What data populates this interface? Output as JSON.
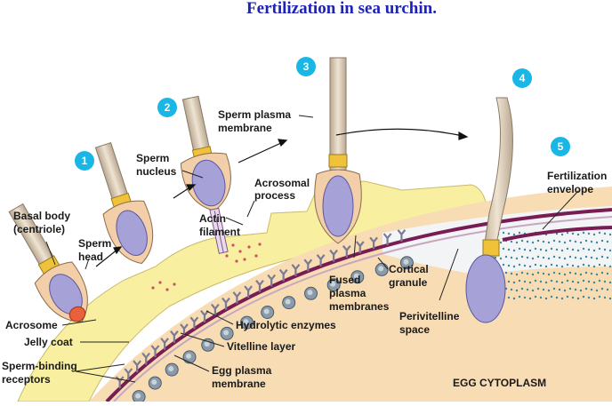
{
  "title": "Fertilization in sea urchin.",
  "steps": [
    "1",
    "2",
    "3",
    "4",
    "5"
  ],
  "labels": {
    "basal_body": [
      "Basal body",
      "(centriole)"
    ],
    "sperm_head": [
      "Sperm",
      "head"
    ],
    "acrosome": "Acrosome",
    "jelly_coat": "Jelly coat",
    "sperm_binding_receptors": [
      "Sperm-binding",
      "receptors"
    ],
    "sperm_nucleus": [
      "Sperm",
      "nucleus"
    ],
    "actin_filament": [
      "Actin",
      "filament"
    ],
    "acrosomal_process": [
      "Acrosomal",
      "process"
    ],
    "hydrolytic_enzymes": "Hydrolytic enzymes",
    "vitelline_layer": "Vitelline layer",
    "egg_plasma_membrane": [
      "Egg plasma",
      "membrane"
    ],
    "sperm_plasma_membrane": [
      "Sperm plasma",
      "membrane"
    ],
    "fused_plasma_membranes": [
      "Fused",
      "plasma",
      "membranes"
    ],
    "cortical_granule": [
      "Cortical",
      "granule"
    ],
    "perivitelline_space": [
      "Perivitelline",
      "space"
    ],
    "fertilization_envelope": [
      "Fertilization",
      "envelope"
    ],
    "egg_cytoplasm": "EGG CYTOPLASM"
  },
  "colors": {
    "title": "#1e22b8",
    "step_circle": "#19b6e6",
    "cytoplasm": "#f7dcb4",
    "jelly_coat": "#f8f0a0",
    "vitelline": "#7a1c54",
    "sperm_head": "#f2cfa8",
    "sperm_nucleus": "#a6a2d8",
    "acrosome": "#e8603c",
    "cortical_granule": "#8a9aa8",
    "dots": "#3a8aa0"
  }
}
